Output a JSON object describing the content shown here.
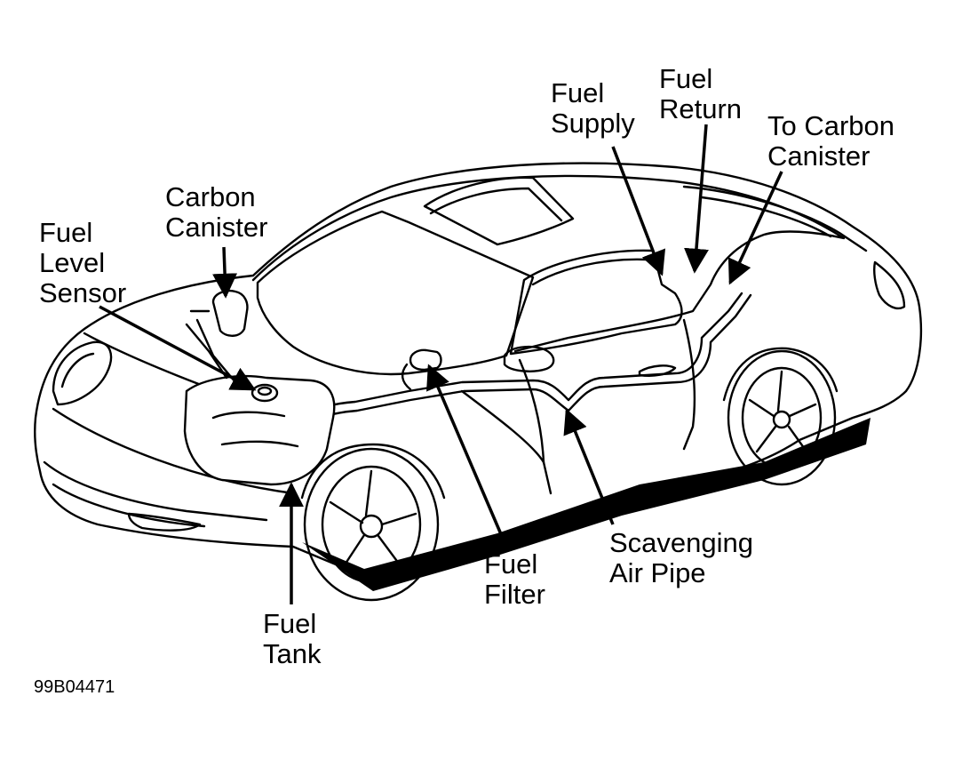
{
  "figure_code": "99B04471",
  "labels": {
    "fuel_supply": [
      "Fuel",
      "Supply"
    ],
    "fuel_return": [
      "Fuel",
      "Return"
    ],
    "to_carbon_canister": [
      "To Carbon",
      "Canister"
    ],
    "carbon_canister": [
      "Carbon",
      "Canister"
    ],
    "fuel_level_sensor": [
      "Fuel",
      "Level",
      "Sensor"
    ],
    "scavenging_air_pipe": [
      "Scavenging",
      "Air Pipe"
    ],
    "fuel_filter": [
      "Fuel",
      "Filter"
    ],
    "fuel_tank": [
      "Fuel",
      "Tank"
    ]
  }
}
